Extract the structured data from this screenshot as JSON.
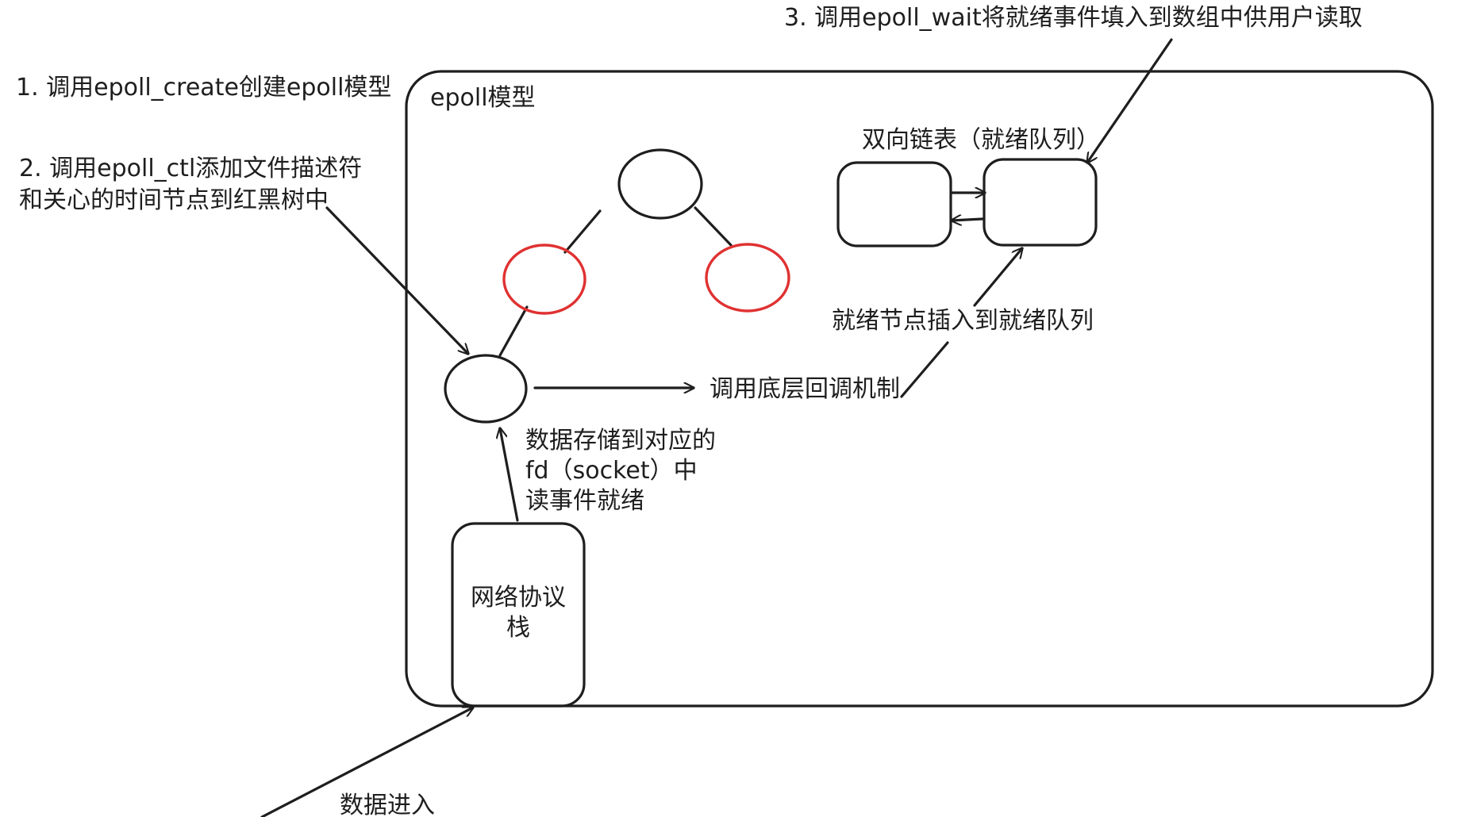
{
  "notes": {
    "step1": "1. 调用epoll_create创建epoll模型",
    "step2_line1": "2. 调用epoll_ctl添加文件描述符",
    "step2_line2": "和关心的时间节点到红黑树中",
    "step3": "3. 调用epoll_wait将就绪事件填入到数组中供用户读取"
  },
  "epoll_model": {
    "title": "epoll模型"
  },
  "ready_list": {
    "title": "双向链表（就绪队列）"
  },
  "labels": {
    "ready_insert": "就绪节点插入到就绪队列",
    "callback": "调用底层回调机制",
    "store_line1": "数据存储到对应的",
    "store_line2": "fd（socket）中",
    "store_line3": "读事件就绪",
    "stack_line1": "网络协议",
    "stack_line2": "栈",
    "data_in": "数据进入"
  },
  "colors": {
    "stroke": "#1e1e1e",
    "red_node": "#e03131"
  }
}
